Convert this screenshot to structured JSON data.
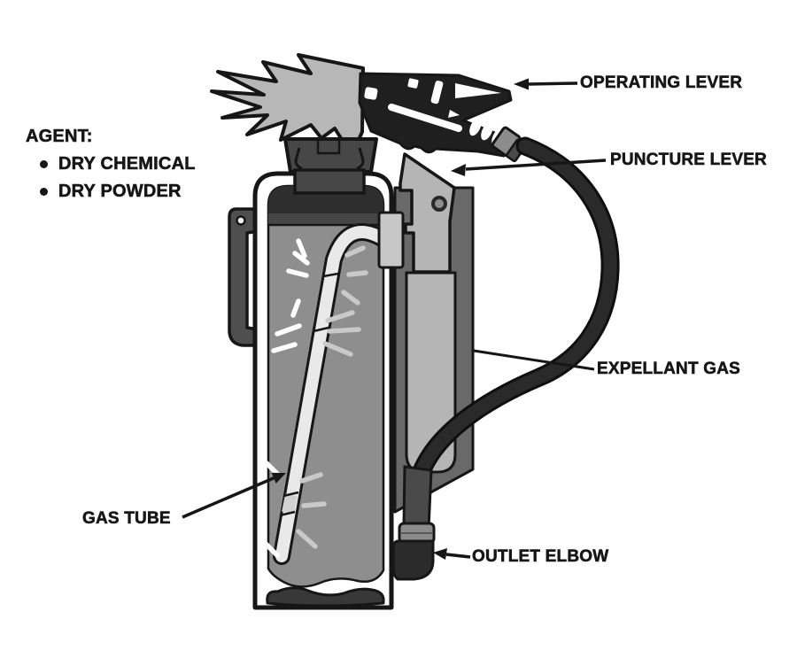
{
  "agent": {
    "heading": "AGENT:",
    "items": [
      "DRY CHEMICAL",
      "DRY POWDER"
    ]
  },
  "labels": {
    "operating_lever": "OPERATING LEVER",
    "puncture_lever": "PUNCTURE LEVER",
    "expellant_gas": "EXPELLANT GAS",
    "gas_tube": "GAS TUBE",
    "outlet_elbow": "OUTLET ELBOW"
  },
  "colors": {
    "background": "#ffffff",
    "outline": "#161616",
    "text": "#161616",
    "spray": "#b7b7b7",
    "lever": "#1f1f1f",
    "tank_body": "#8e8e8e",
    "tank_shoulder": "#2e2e2e",
    "cap": "#474747",
    "handle": "#4f4f4f",
    "hose": "#2a2a2a",
    "gas_tube": "#e9e9e9",
    "cartridge": "#b5b5b5",
    "cartridge_holder": "#696969",
    "junction_box": "#c7c7c7",
    "agent_wave": "#383838"
  }
}
